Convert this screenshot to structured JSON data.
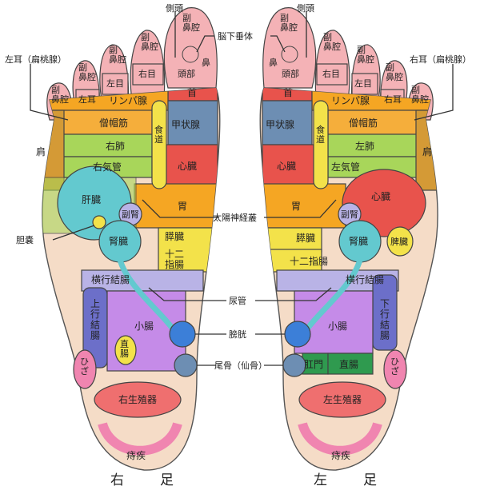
{
  "feet": {
    "right_title": "右　足",
    "left_title": "左　足"
  },
  "callouts": {
    "side_head": "側頭",
    "pituitary": "脳下垂体",
    "left_ear": "左耳（扁桃腺）",
    "right_ear": "右耳（扁桃腺）",
    "solar_plexus": "太陽神経叢",
    "gallbladder": "胆嚢",
    "ureter": "尿管",
    "bladder": "膀胱",
    "coccyx": "尾骨（仙骨）"
  },
  "zones": {
    "sinus": "副\n鼻腔",
    "nose": "鼻",
    "head": "頭部",
    "neck": "首",
    "left_eye": "左目",
    "right_eye": "右目",
    "left_ear_zone": "左耳",
    "right_ear_zone": "右耳",
    "lymph": "リンパ腺",
    "trapezius": "僧帽筋",
    "right_lung": "右肺",
    "left_lung": "左肺",
    "right_bronchus": "右気管",
    "left_bronchus": "左気管",
    "esophagus": "食\n道",
    "thyroid": "甲状腺",
    "heart": "心臓",
    "shoulder": "肩",
    "liver": "肝臓",
    "adrenal": "副腎",
    "stomach": "胃",
    "kidney": "腎臓",
    "pancreas": "膵臓",
    "duodenum": "十二\n指腸",
    "duodenum_h": "十二指腸",
    "spleen": "脾臓",
    "transverse_colon": "横行結腸",
    "ascending_colon": "上\n行\n結\n腸",
    "descending_colon": "下\n行\n結\n腸",
    "small_intestine": "小腸",
    "rectum_v": "直\n腸",
    "rectum": "直腸",
    "anus": "肛門",
    "knee": "ひ\nざ",
    "right_genital": "右生殖器",
    "left_genital": "左生殖器",
    "hemorrhoid": "痔疾"
  },
  "colors": {
    "skin": "#f5dcc7",
    "toe_pink": "#f4b2b6",
    "red": "#e8534c",
    "orange": "#f5a623",
    "yellow": "#f3e24a",
    "green": "#a8d65a",
    "mustard": "#d49a36",
    "teal": "#63c9cf",
    "lavender": "#b9b3e6",
    "violet": "#c58be8",
    "indigo": "#6c6fc9",
    "blue": "#3c7fd8",
    "slate": "#6d8eb3",
    "pink": "#f085b0",
    "dark_green": "#2f9a4f",
    "coral": "#ef6f6f"
  }
}
